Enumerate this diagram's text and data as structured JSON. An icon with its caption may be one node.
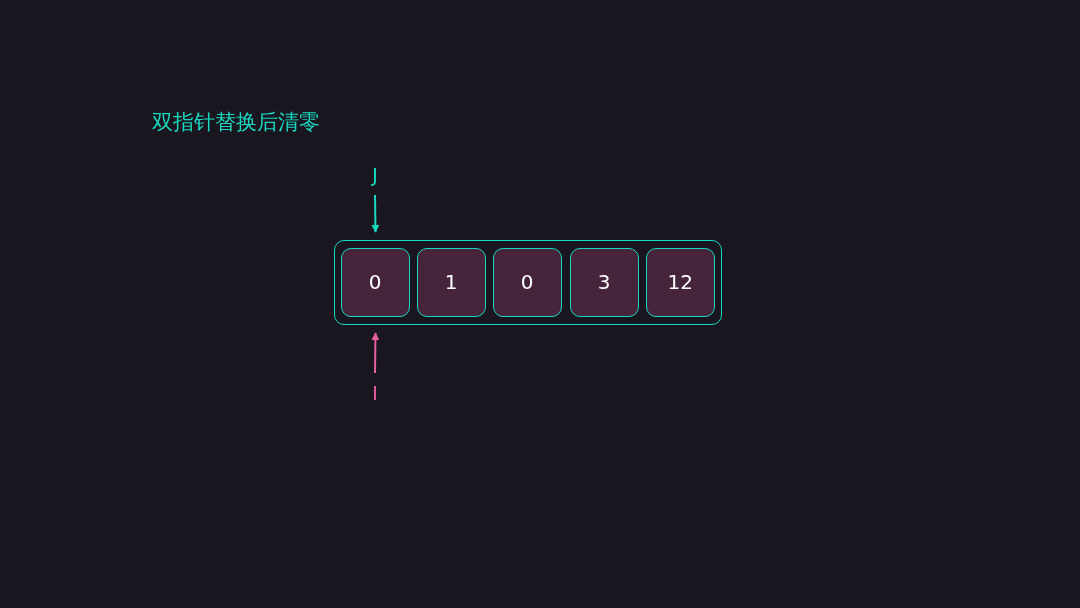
{
  "diagram": {
    "title": "双指针替换后清零",
    "nodes": [
      {
        "text": [],
        "shape": "box"
      },
      {
        "text": [
          "0"
        ],
        "in": 0
      },
      {
        "text": [
          "1"
        ],
        "in": 0
      },
      {
        "text": [
          "0"
        ],
        "in": 0
      },
      {
        "text": [
          "3"
        ],
        "in": 0
      },
      {
        "text": [
          "12"
        ],
        "in": 0
      },
      {
        "text": [
          "J"
        ]
      },
      {
        "text": [
          "I"
        ]
      }
    ],
    "edges": [
      {
        "from": 6,
        "to": 1,
        "arrow": "to",
        "color": "#19d8c0"
      },
      {
        "from": 7,
        "to": 1,
        "arrow": "to",
        "color": "#e65fa0"
      }
    ]
  }
}
